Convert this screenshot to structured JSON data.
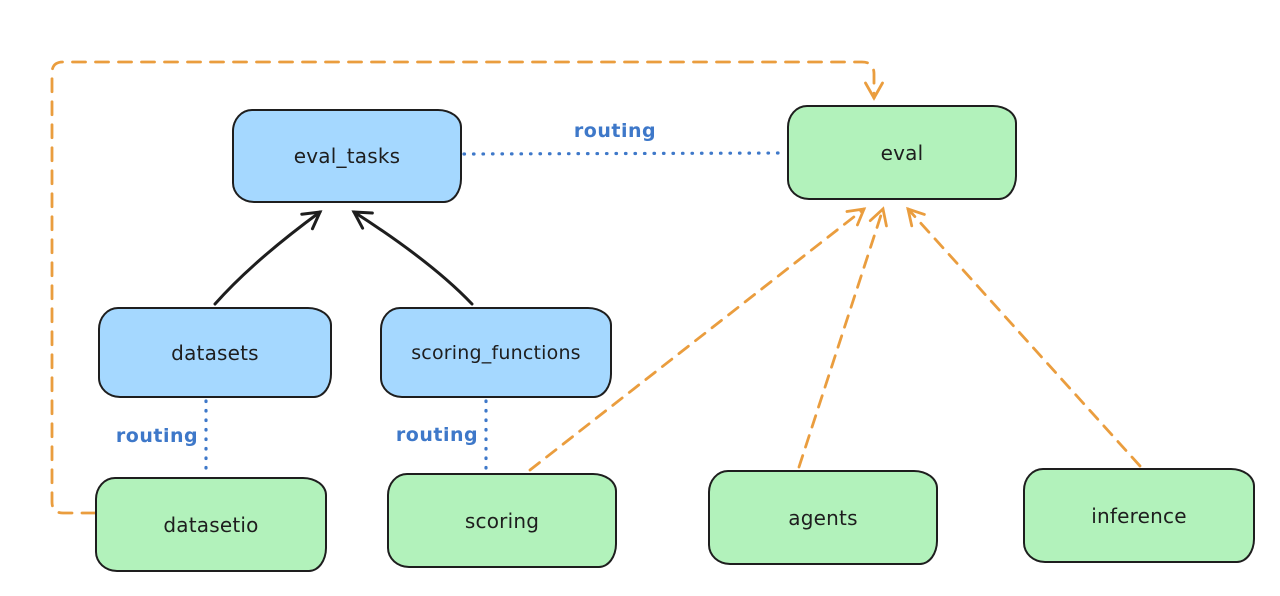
{
  "nodes": {
    "eval_tasks": {
      "label": "eval_tasks",
      "type": "api"
    },
    "eval": {
      "label": "eval",
      "type": "provider"
    },
    "datasets": {
      "label": "datasets",
      "type": "api"
    },
    "scoring_functions": {
      "label": "scoring_functions",
      "type": "api"
    },
    "datasetio": {
      "label": "datasetio",
      "type": "provider"
    },
    "scoring": {
      "label": "scoring",
      "type": "provider"
    },
    "agents": {
      "label": "agents",
      "type": "provider"
    },
    "inference": {
      "label": "inference",
      "type": "provider"
    }
  },
  "edge_labels": {
    "eval_tasks_eval": "routing",
    "datasets_datasetio": "routing",
    "scoring_functions_scoring": "routing"
  },
  "edges": [
    {
      "from": "datasets",
      "to": "eval_tasks",
      "style": "solid-black-arrow"
    },
    {
      "from": "scoring_functions",
      "to": "eval_tasks",
      "style": "solid-black-arrow"
    },
    {
      "from": "eval_tasks",
      "to": "eval",
      "style": "dotted-blue",
      "label": "routing"
    },
    {
      "from": "datasets",
      "to": "datasetio",
      "style": "dotted-blue",
      "label": "routing"
    },
    {
      "from": "scoring_functions",
      "to": "scoring",
      "style": "dotted-blue",
      "label": "routing"
    },
    {
      "from": "datasetio",
      "to": "eval",
      "style": "dashed-orange-arrow"
    },
    {
      "from": "scoring",
      "to": "eval",
      "style": "dashed-orange-arrow"
    },
    {
      "from": "agents",
      "to": "eval",
      "style": "dashed-orange-arrow"
    },
    {
      "from": "inference",
      "to": "eval",
      "style": "dashed-orange-arrow"
    }
  ],
  "colors": {
    "api_box_fill": "#a5d8ff",
    "provider_box_fill": "#b2f2bb",
    "box_stroke": "#1e1e1e",
    "routing_line": "#3e78c9",
    "provider_arrow_orange": "#ea9d3e",
    "hierarchy_arrow_black": "#1e1e1e",
    "background": "#ffffff"
  }
}
